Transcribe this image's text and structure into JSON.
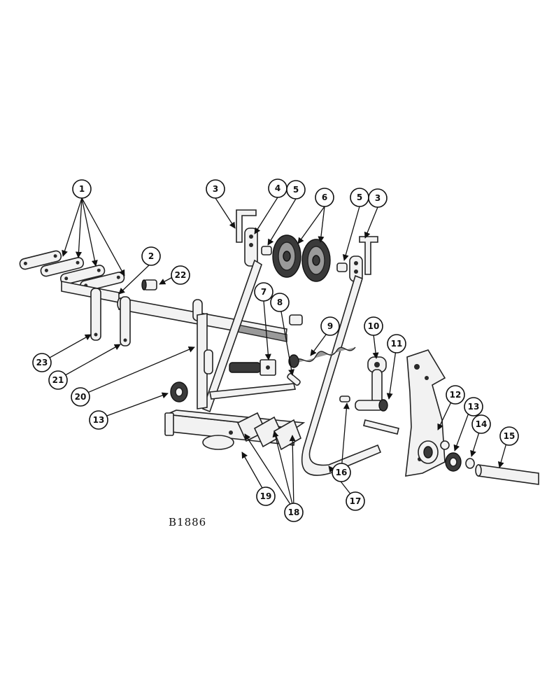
{
  "figure_id": "B1886",
  "callouts": [
    "1",
    "2",
    "3",
    "4",
    "5",
    "6",
    "5",
    "3",
    "7",
    "8",
    "9",
    "10",
    "11",
    "12",
    "13",
    "14",
    "15",
    "16",
    "17",
    "18",
    "19",
    "20",
    "21",
    "22",
    "23",
    "13"
  ],
  "colors": {
    "ink": "#111111",
    "paper": "#ffffff",
    "metal": "#f2f2f2",
    "shadow": "#3a3a3a"
  }
}
